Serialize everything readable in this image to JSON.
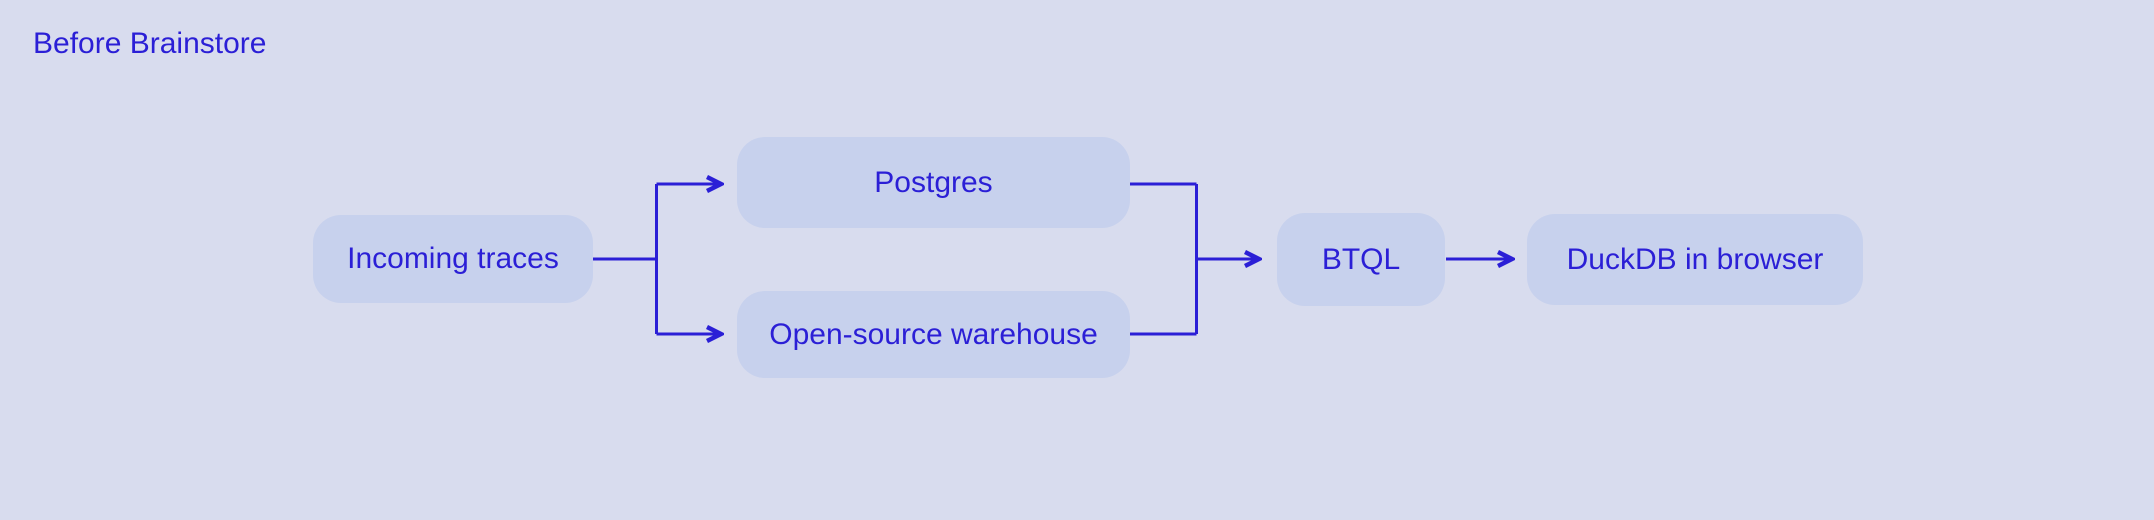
{
  "page": {
    "title": "Before Brainstore"
  },
  "colors": {
    "background": "#d8dcee",
    "node_fill": "#c7d1ed",
    "accent": "#2b1fd6"
  },
  "diagram": {
    "nodes": [
      {
        "id": "incoming-traces",
        "label": "Incoming traces"
      },
      {
        "id": "postgres",
        "label": "Postgres"
      },
      {
        "id": "open-source-warehouse",
        "label": "Open-source warehouse"
      },
      {
        "id": "btql",
        "label": "BTQL"
      },
      {
        "id": "duckdb-in-browser",
        "label": "DuckDB in browser"
      }
    ],
    "edges": [
      {
        "from": "incoming-traces",
        "to": "postgres"
      },
      {
        "from": "incoming-traces",
        "to": "open-source-warehouse"
      },
      {
        "from": "postgres",
        "to": "btql"
      },
      {
        "from": "open-source-warehouse",
        "to": "btql"
      },
      {
        "from": "btql",
        "to": "duckdb-in-browser"
      }
    ]
  }
}
